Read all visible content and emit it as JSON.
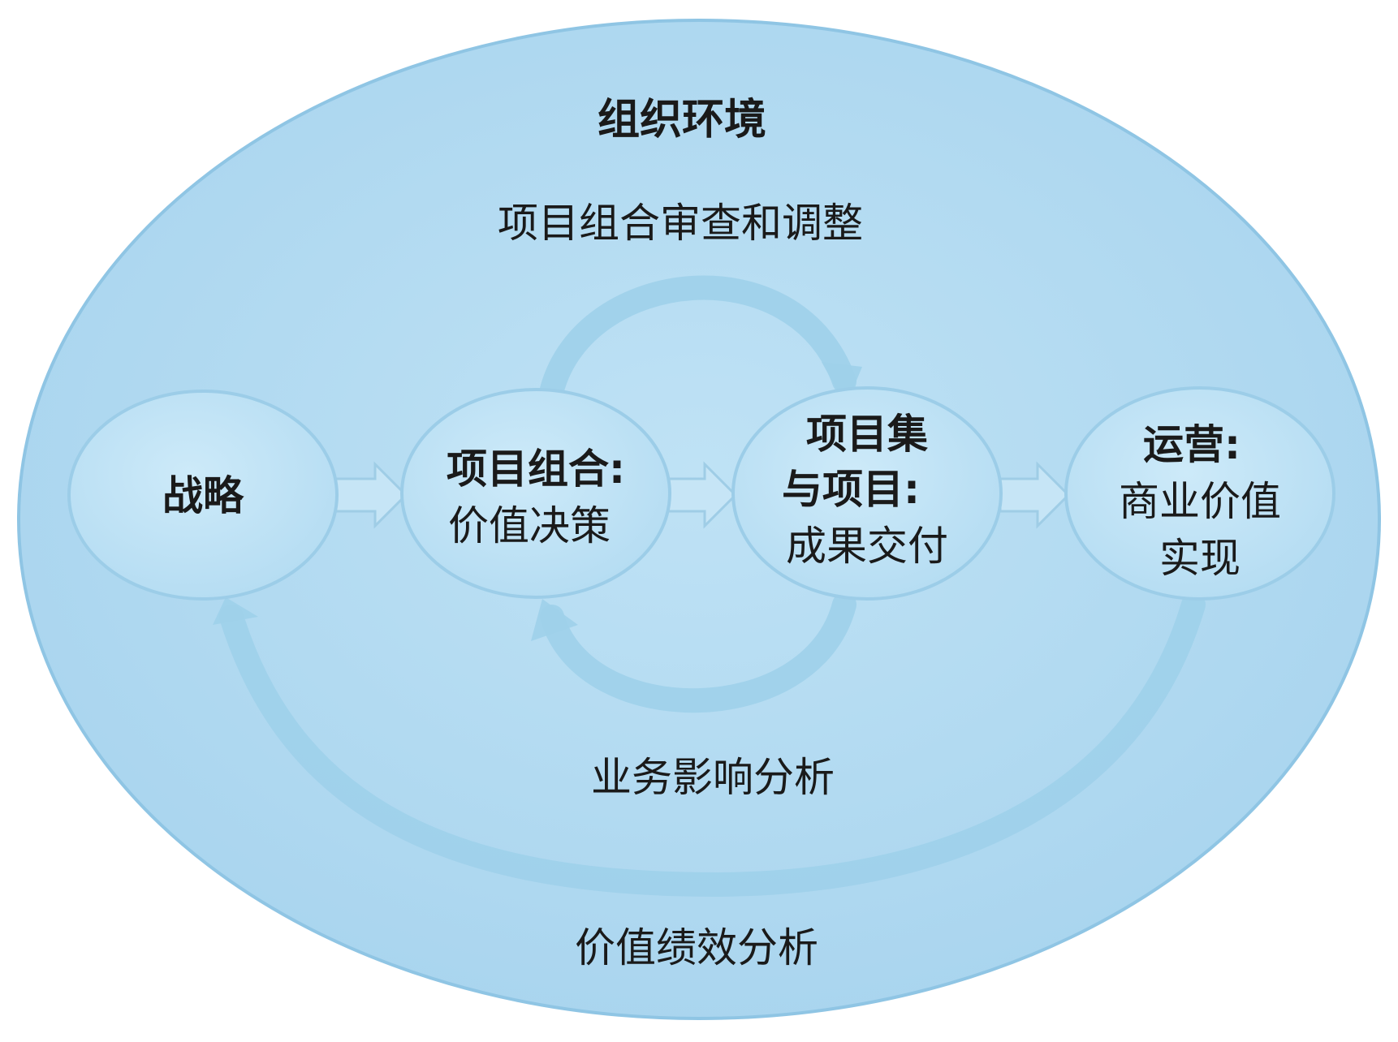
{
  "diagram": {
    "container": {
      "label": "组织环境"
    },
    "top_loop_label": "项目组合审查和调整",
    "middle_loop_label": "业务影响分析",
    "outer_loop_label": "价值绩效分析",
    "nodes": [
      {
        "id": "strategy",
        "title": "战略",
        "subtitle": ""
      },
      {
        "id": "portfolio",
        "title": "项目组合:",
        "subtitle": "价值决策"
      },
      {
        "id": "programs",
        "title_line1": "项目集",
        "title_line2": "与项目:",
        "subtitle": "成果交付"
      },
      {
        "id": "operations",
        "title": "运营:",
        "subtitle_line1": "商业价值",
        "subtitle_line2": "实现"
      }
    ]
  },
  "colors": {
    "background_ellipse": "#b2daf0",
    "background_ellipse_edge": "#8fc5e4",
    "node_fill": "#c3e5f7",
    "node_edge": "#9ccde8",
    "arrow_fill": "#c6e5f6",
    "arrow_edge": "#9fcde6",
    "loop_stroke": "#9fd0ea"
  }
}
